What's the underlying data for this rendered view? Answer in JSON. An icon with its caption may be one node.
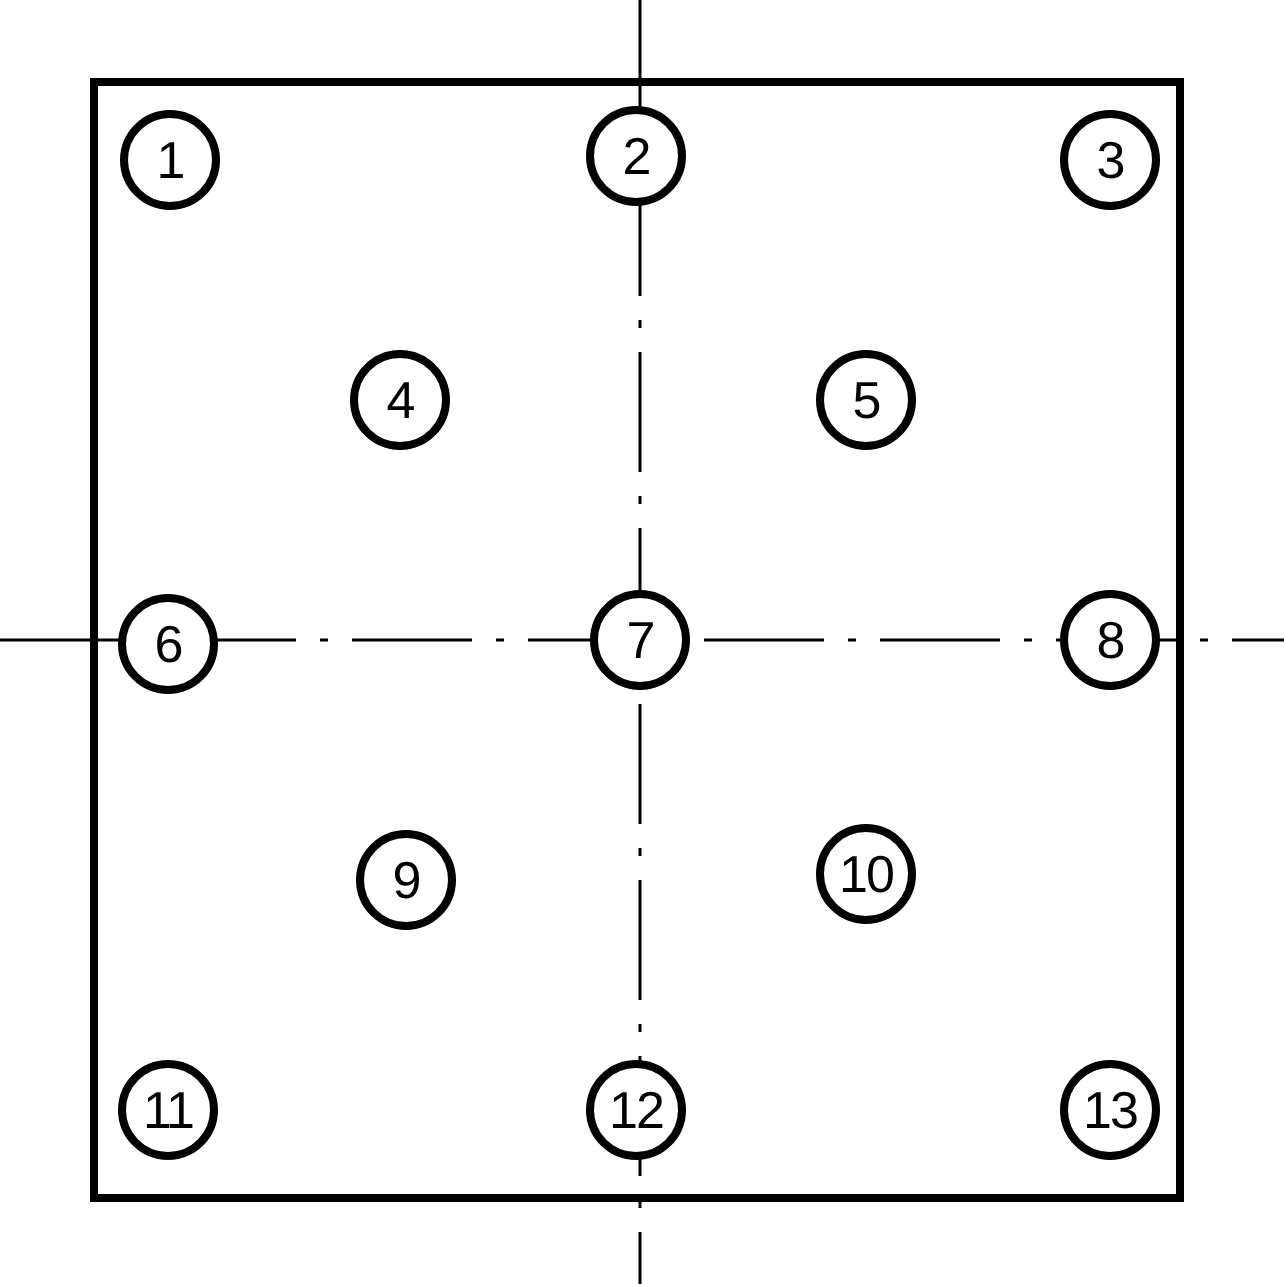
{
  "diagram": {
    "nodes": [
      {
        "text": [],
        "shape": "box"
      },
      {
        "text": [
          "1"
        ],
        "in": 0
      },
      {
        "text": [
          "2"
        ],
        "in": 0
      },
      {
        "text": [
          "3"
        ],
        "in": 0
      },
      {
        "text": [
          "4"
        ],
        "in": 0
      },
      {
        "text": [
          "5"
        ],
        "in": 0
      },
      {
        "text": [
          "6"
        ],
        "in": 0
      },
      {
        "text": [
          "7"
        ],
        "in": 0
      },
      {
        "text": [
          "8"
        ],
        "in": 0
      },
      {
        "text": [
          "9"
        ],
        "in": 0
      },
      {
        "text": [
          "10"
        ],
        "in": 0
      },
      {
        "text": [
          "11"
        ],
        "in": 0
      },
      {
        "text": [
          "12"
        ],
        "in": 0
      },
      {
        "text": [
          "13"
        ],
        "in": 0
      }
    ]
  }
}
